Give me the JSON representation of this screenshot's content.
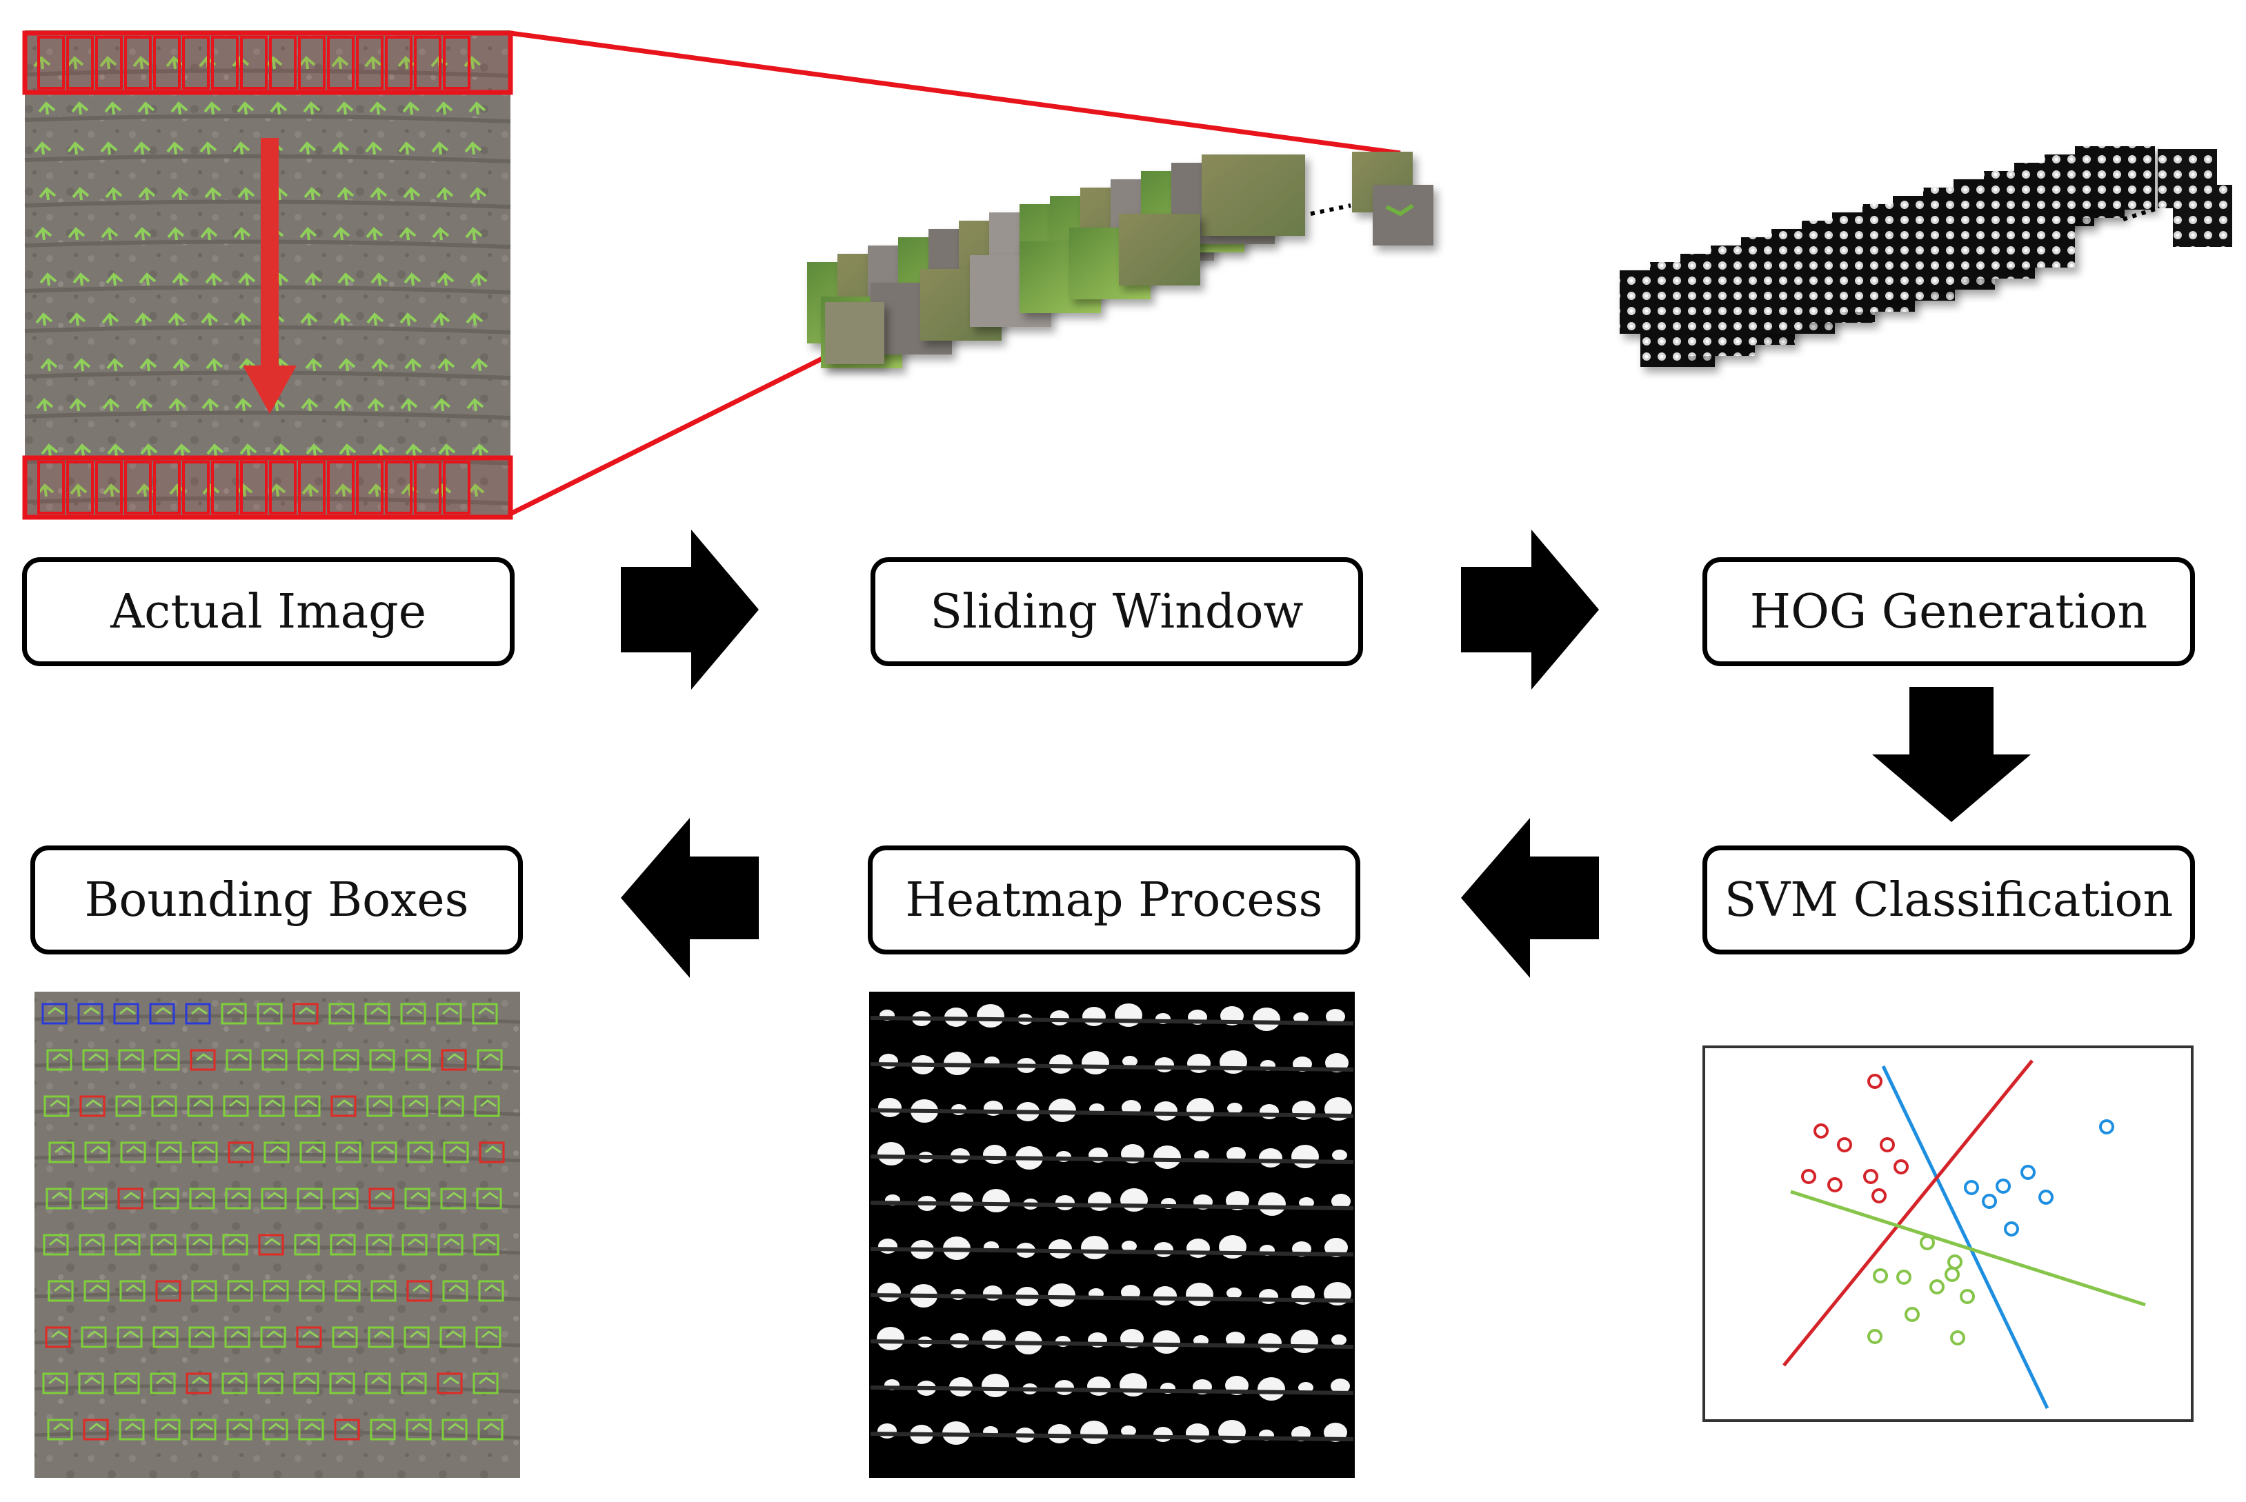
{
  "steps": {
    "actual_image": "Actual Image",
    "sliding_window": "Sliding Window",
    "hog_generation": "HOG Generation",
    "svm_classification": "SVM Classification",
    "heatmap_process": "Heatmap Process",
    "bounding_boxes": "Bounding Boxes"
  },
  "colors": {
    "window_frame": "#e8141c",
    "scan_arrow": "#e0302e",
    "flow_arrow": "#000000",
    "class_red": "#d4242a",
    "class_blue": "#1e8fe0",
    "class_green": "#86c44a",
    "box_green": "#7ed03a",
    "box_red": "#e02a24",
    "box_blue": "#2a3ad8",
    "soil": "#7b7570"
  }
}
